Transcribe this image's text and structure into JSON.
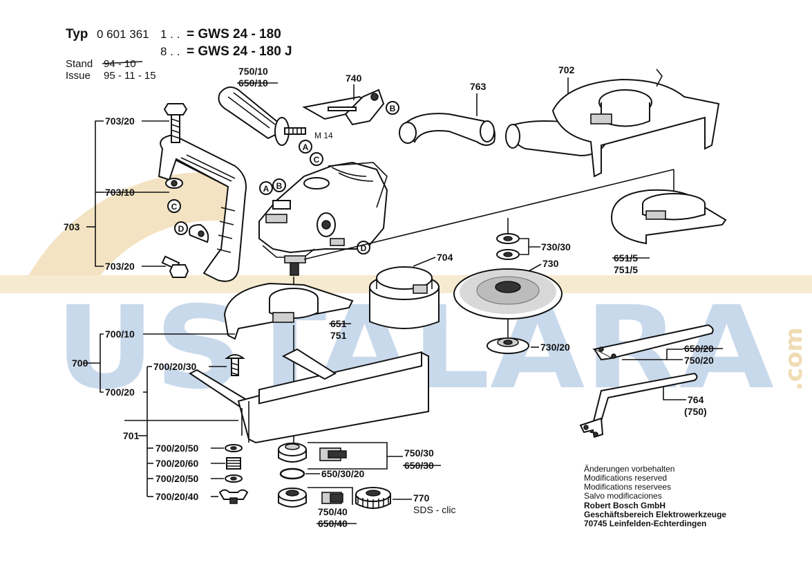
{
  "header": {
    "typ_label": "Typ",
    "typ_number": "0 601 361",
    "variant1_suffix": "1 . .",
    "variant1_model": "= GWS 24 - 180",
    "variant2_suffix": "8 . .",
    "variant2_model": "= GWS 24 - 180 J",
    "stand_label": "Stand",
    "stand_value": "94 - 10",
    "issue_label": "Issue",
    "issue_value": "95 - 11 - 15"
  },
  "watermark": {
    "text": "USTALARA",
    "suffix": ".com",
    "colors": {
      "letters": "#c9d9ec",
      "ring": "#f3e3c2"
    }
  },
  "callouts": {
    "A": "A",
    "B": "B",
    "C": "C",
    "D": "D"
  },
  "thread_label": "M 14",
  "parts": {
    "p703_20_top": "703/20",
    "p703_10": "703/10",
    "p703": "703",
    "p703_20_bottom": "703/20",
    "p750_10": "750/10",
    "p650_10": "650/10",
    "p740": "740",
    "p763": "763",
    "p702": "702",
    "p730_30": "730/30",
    "p704": "704",
    "p730": "730",
    "p651_5": "651/5",
    "p751_5": "751/5",
    "p651": "651",
    "p751": "751",
    "p700_10": "700/10",
    "p700": "700",
    "p700_20_30": "700/20/30",
    "p700_20": "700/20",
    "p730_20": "730/20",
    "p650_20": "650/20",
    "p750_20": "750/20",
    "p764": "764",
    "p764_alt": "(750)",
    "p701": "701",
    "p700_20_50a": "700/20/50",
    "p700_20_60": "700/20/60",
    "p700_20_50b": "700/20/50",
    "p700_20_40": "700/20/40",
    "p750_30": "750/30",
    "p650_30": "650/30",
    "p650_30_20": "650/30/20",
    "p770": "770",
    "p770_sub": "SDS - clic",
    "p750_40": "750/40",
    "p650_40": "650/40"
  },
  "notice": {
    "line1": "Änderungen vorbehalten",
    "line2": "Modifications reserved",
    "line3": "Modifications reservees",
    "line4": "Salvo modificaciones",
    "company": "Robert Bosch GmbH",
    "division": "Geschäftsbereich Elektrowerkzeuge",
    "address": "70745 Leinfelden-Echterdingen"
  }
}
